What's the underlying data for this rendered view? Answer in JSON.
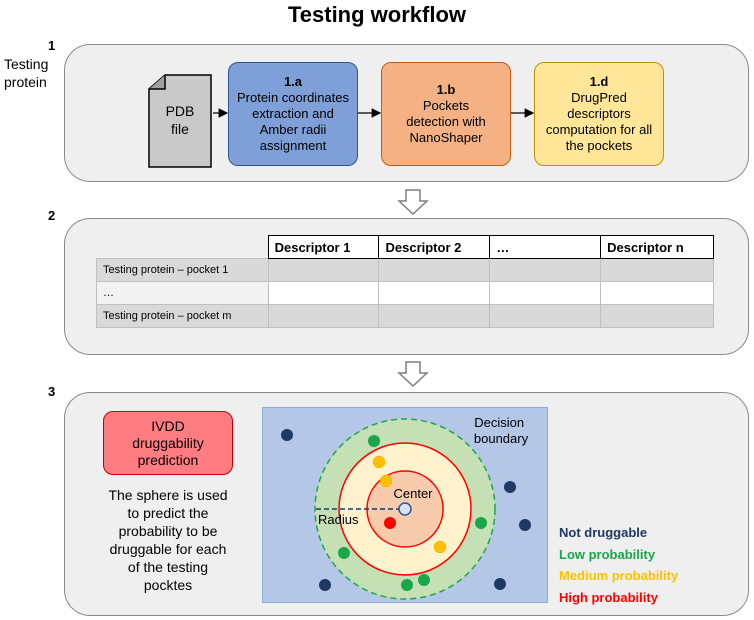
{
  "title": "Testing workflow",
  "step1": {
    "number": "1",
    "input_label_line1": "Testing",
    "input_label_line2": "protein",
    "file_label_line1": "PDB",
    "file_label_line2": "file",
    "box_a": {
      "id": "1.a",
      "lines": [
        "Protein coordinates",
        "extraction and",
        "Amber radii",
        "assignment"
      ],
      "color": "#7f9fd8"
    },
    "box_b": {
      "id": "1.b",
      "lines": [
        "Pockets",
        "detection with",
        "NanoShaper"
      ],
      "color": "#f4b183"
    },
    "box_d": {
      "id": "1.d",
      "lines": [
        "DrugPred",
        "descriptors",
        "computation for all",
        "the pockets"
      ],
      "color": "#ffe699"
    }
  },
  "step2": {
    "number": "2",
    "headers": [
      "Descriptor 1",
      "Descriptor 2",
      "…",
      "Descriptor n"
    ],
    "rows": [
      "Testing protein – pocket 1",
      "…",
      "Testing protein – pocket m"
    ]
  },
  "step3": {
    "number": "3",
    "ivdd_line1": "IVDD",
    "ivdd_line2": "druggability",
    "ivdd_line3": "prediction",
    "ivdd_color": "#ff7c80",
    "desc_lines": [
      "The sphere is used",
      "to predict the",
      "probability to be",
      "druggable for each",
      "of the testing",
      "pocktes"
    ],
    "decision_label_line1": "Decision",
    "decision_label_line2": "boundary",
    "center_label": "Center",
    "radius_label": "Radius",
    "legend": [
      {
        "label": "Not druggable",
        "color": "#1f3864"
      },
      {
        "label": "Low probability",
        "color": "#1aa64a"
      },
      {
        "label": "Medium probability",
        "color": "#ffc000"
      },
      {
        "label": "High probability",
        "color": "#ff0000"
      }
    ]
  }
}
